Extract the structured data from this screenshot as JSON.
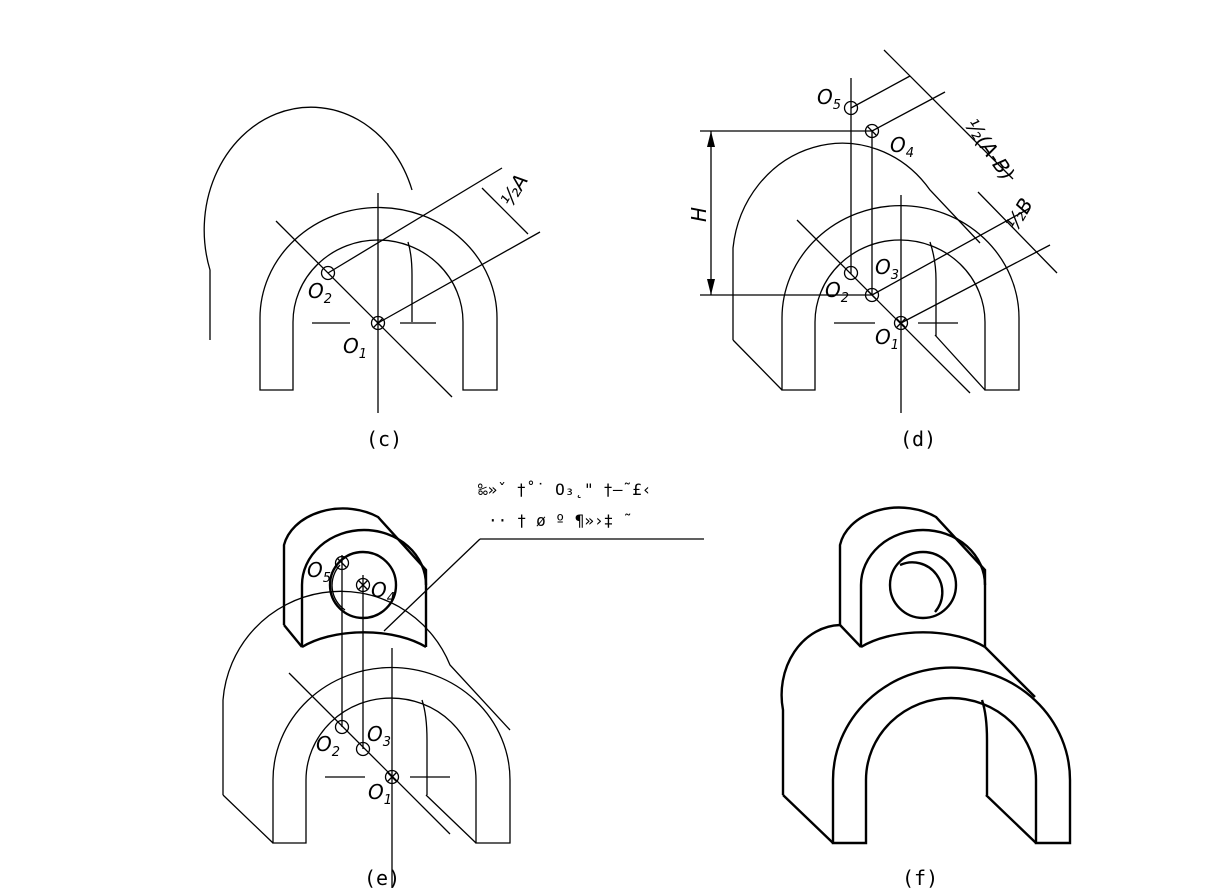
{
  "captions": {
    "c": "(c)",
    "d": "(d)",
    "e": "(e)",
    "f": "(f)"
  },
  "labels": {
    "O": "O",
    "sub1": "1",
    "sub2": "2",
    "sub3": "3",
    "sub4": "4",
    "sub5": "5",
    "half_A": "½A",
    "half_B": "½B",
    "half_AB": "½(A-B)",
    "H": "H"
  },
  "note": {
    "line1": "‰»ˇ  †˚˙  O₃˛\"  †—˜£‹",
    "line2": "··  † ø º ¶»›‡  ˜"
  }
}
